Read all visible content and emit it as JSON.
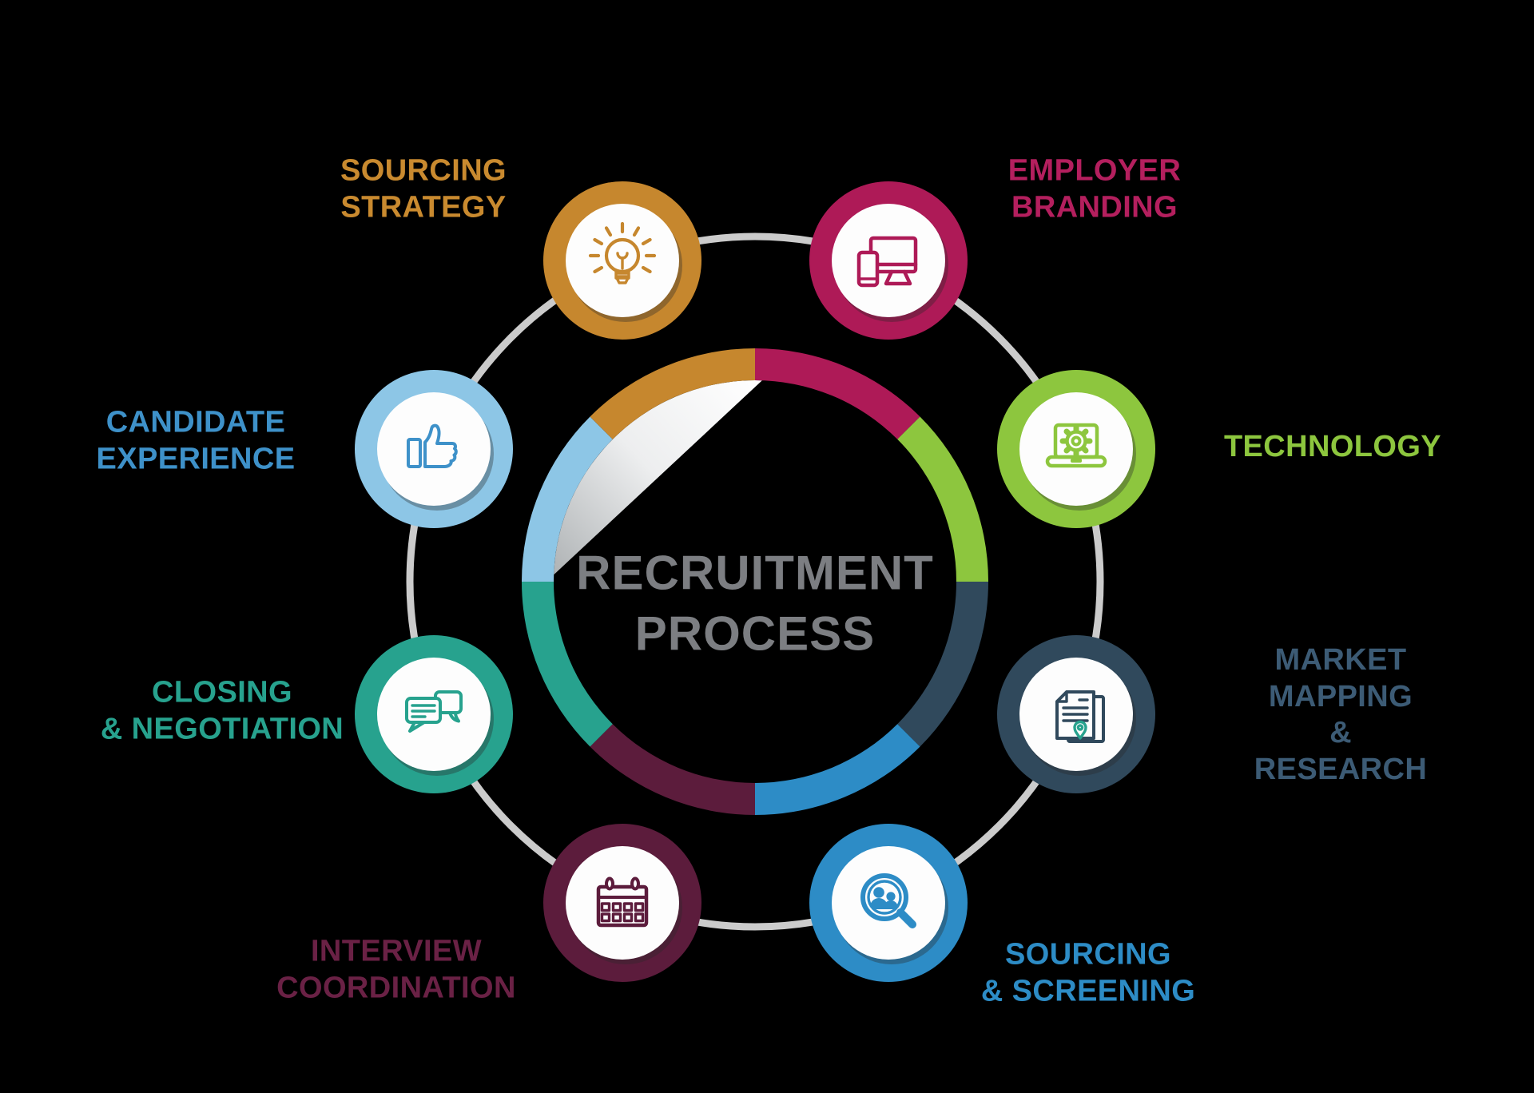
{
  "center": {
    "text": "RECRUITMENT\nPROCESS",
    "color": "#7C7E82"
  },
  "connector_color": "#CBCBCB",
  "page_curl": {
    "start_color": "#FFFFFF",
    "end_color": "#AFB3B5"
  },
  "node_face_color": "#FDFDFD",
  "steps": [
    {
      "id": "sourcing-strategy",
      "label": "SOURCING\nSTRATEGY",
      "color": "#C6872E",
      "label_color": "#C98A2F",
      "icon": "lightbulb-icon"
    },
    {
      "id": "employer-branding",
      "label": "EMPLOYER\nBRANDING",
      "color": "#AE1A57",
      "label_color": "#B41F5E",
      "icon": "desktop-phone-icon"
    },
    {
      "id": "technology",
      "label": "TECHNOLOGY",
      "color": "#8DC63E",
      "label_color": "#8DC63E",
      "icon": "laptop-gear-icon"
    },
    {
      "id": "market-mapping-research",
      "label": "MARKET MAPPING\n& RESEARCH",
      "color": "#30495C",
      "label_color": "#3C5B75",
      "pin_color": "#27A28E",
      "icon": "documents-location-icon"
    },
    {
      "id": "sourcing-screening",
      "label": "SOURCING\n& SCREENING",
      "color": "#2D8CC6",
      "label_color": "#2D8CC6",
      "icon": "magnifier-people-icon"
    },
    {
      "id": "interview-coordination",
      "label": "INTERVIEW\nCOORDINATION",
      "color": "#5C1C3C",
      "label_color": "#6A2145",
      "icon": "calendar-icon"
    },
    {
      "id": "closing-negotiation",
      "label": "CLOSING\n& NEGOTIATION",
      "color": "#27A28E",
      "label_color": "#27A28E",
      "icon": "chat-bubbles-icon"
    },
    {
      "id": "candidate-experience",
      "label": "CANDIDATE\nEXPERIENCE",
      "color": "#8DC6E6",
      "label_color": "#3E91C9",
      "icon_color": "#3E91C9",
      "icon": "thumbs-up-icon"
    }
  ]
}
